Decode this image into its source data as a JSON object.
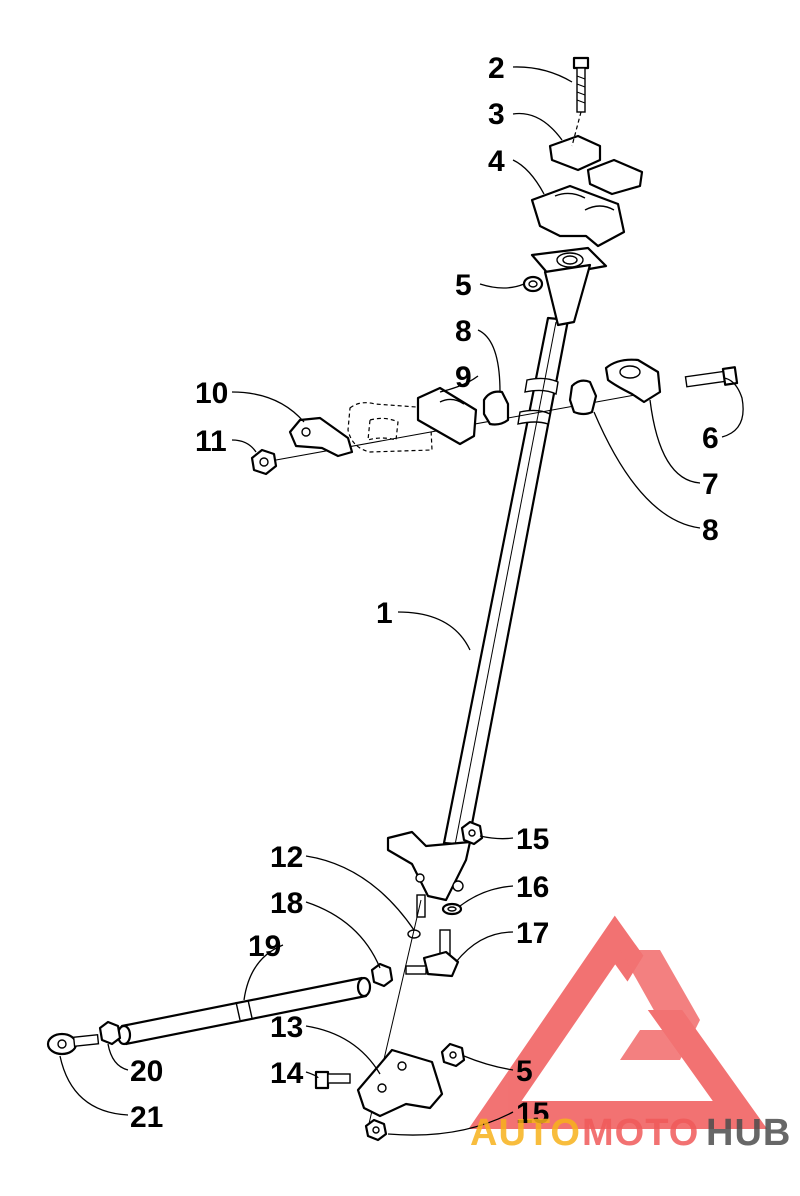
{
  "diagram": {
    "callouts": [
      {
        "id": "c-2",
        "label": "2"
      },
      {
        "id": "c-3",
        "label": "3"
      },
      {
        "id": "c-4",
        "label": "4"
      },
      {
        "id": "c-5a",
        "label": "5"
      },
      {
        "id": "c-8a",
        "label": "8"
      },
      {
        "id": "c-9",
        "label": "9"
      },
      {
        "id": "c-10",
        "label": "10"
      },
      {
        "id": "c-11",
        "label": "11"
      },
      {
        "id": "c-6",
        "label": "6"
      },
      {
        "id": "c-7",
        "label": "7"
      },
      {
        "id": "c-8b",
        "label": "8"
      },
      {
        "id": "c-1",
        "label": "1"
      },
      {
        "id": "c-15a",
        "label": "15"
      },
      {
        "id": "c-12",
        "label": "12"
      },
      {
        "id": "c-16",
        "label": "16"
      },
      {
        "id": "c-18",
        "label": "18"
      },
      {
        "id": "c-17",
        "label": "17"
      },
      {
        "id": "c-19",
        "label": "19"
      },
      {
        "id": "c-13",
        "label": "13"
      },
      {
        "id": "c-14",
        "label": "14"
      },
      {
        "id": "c-5b",
        "label": "5"
      },
      {
        "id": "c-20",
        "label": "20"
      },
      {
        "id": "c-21",
        "label": "21"
      },
      {
        "id": "c-15b",
        "label": "15"
      }
    ]
  },
  "watermark": {
    "word_auto": "AUTO",
    "word_moto": "MOTO",
    "word_hub": "HUB",
    "color_primary": "#f05a5a",
    "color_secondary": "#f7b21c",
    "color_text_dark": "#4d4d4d"
  }
}
